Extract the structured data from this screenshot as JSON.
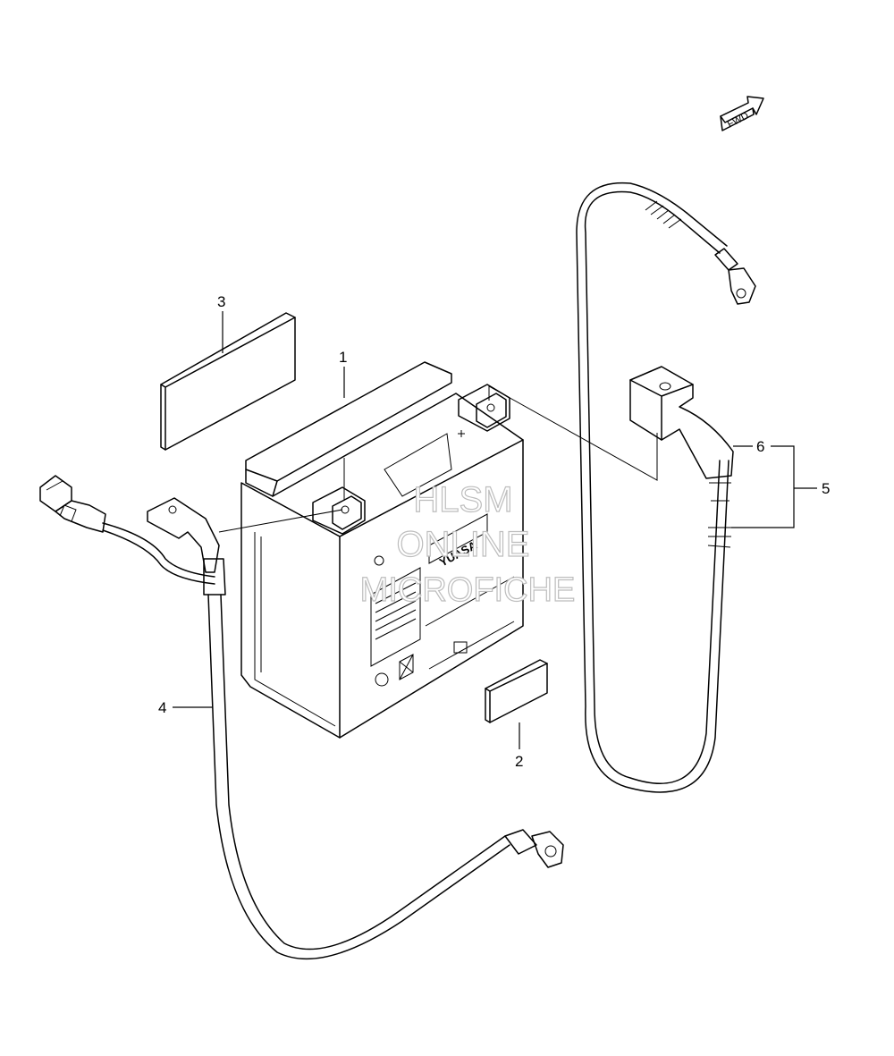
{
  "fwd_label": "FWD",
  "battery_brand": "YUASA",
  "watermark": {
    "line1": "HLSM",
    "line2": "ONLINE",
    "line3": "MICROFICHE"
  },
  "callouts": {
    "c1": "1",
    "c2": "2",
    "c3": "3",
    "c4": "4",
    "c5": "5",
    "c6": "6"
  }
}
